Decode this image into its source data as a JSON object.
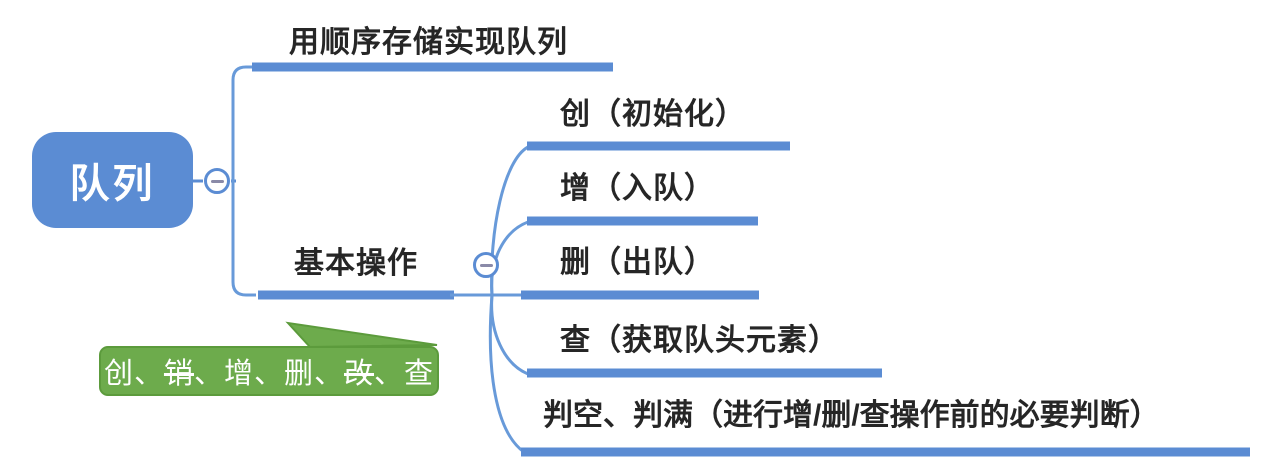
{
  "root": {
    "label": "队列"
  },
  "branches": [
    {
      "label": "用顺序存储实现队列"
    },
    {
      "label": "基本操作",
      "children": [
        {
          "label": "创（初始化）"
        },
        {
          "label": "增（入队）"
        },
        {
          "label": "删（出队）"
        },
        {
          "label": "查（获取队头元素）"
        },
        {
          "label": "判空、判满（进行增/删/查操作前的必要判断）"
        }
      ]
    }
  ],
  "callout": {
    "segments": [
      {
        "text": "创、",
        "struck": false
      },
      {
        "text": "销",
        "struck": true
      },
      {
        "text": "、增、删、",
        "struck": false
      },
      {
        "text": "改",
        "struck": true
      },
      {
        "text": "、查",
        "struck": false
      }
    ]
  },
  "icons": {
    "collapse_root": "minus",
    "collapse_basic": "minus"
  },
  "colors": {
    "node_blue": "#5b8cd3",
    "line_blue": "#689ad9",
    "bar_blue": "#5b8cd3",
    "callout_green": "#6dab4c",
    "callout_border": "#5c9b3c",
    "minus_gray": "#8a8aa8",
    "text_dark": "#262626",
    "text_white": "#ffffff"
  }
}
